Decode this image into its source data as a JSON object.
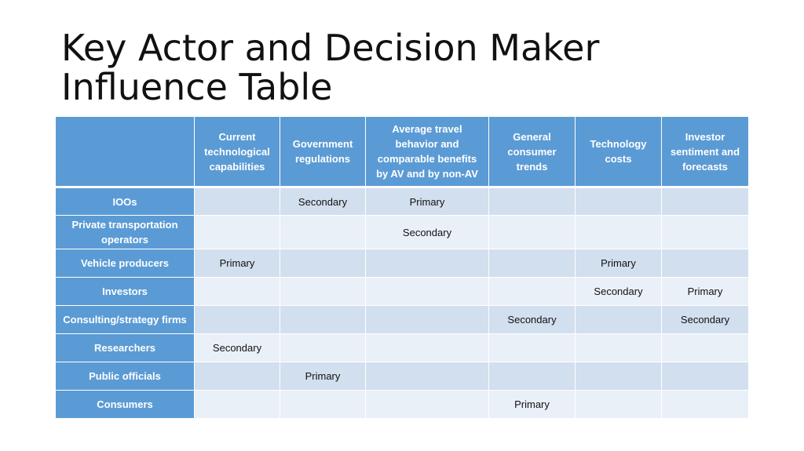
{
  "title": "Key Actor and Decision Maker Influence Table",
  "table": {
    "corner": "",
    "columns": [
      "Current technological capabilities",
      "Government regulations",
      "Average travel behavior and comparable benefits by AV and by non-AV",
      "General consumer trends",
      "Technology costs",
      "Investor sentiment and forecasts"
    ],
    "rows": [
      {
        "actor": "IOOs",
        "cells": [
          "",
          "Secondary",
          "Primary",
          "",
          "",
          ""
        ]
      },
      {
        "actor": "Private transportation operators",
        "cells": [
          "",
          "",
          "Secondary",
          "",
          "",
          ""
        ]
      },
      {
        "actor": "Vehicle producers",
        "cells": [
          "Primary",
          "",
          "",
          "",
          "Primary",
          ""
        ]
      },
      {
        "actor": "Investors",
        "cells": [
          "",
          "",
          "",
          "",
          "Secondary",
          "Primary"
        ]
      },
      {
        "actor": "Consulting/strategy firms",
        "cells": [
          "",
          "",
          "",
          "Secondary",
          "",
          "Secondary"
        ]
      },
      {
        "actor": "Researchers",
        "cells": [
          "Secondary",
          "",
          "",
          "",
          "",
          ""
        ]
      },
      {
        "actor": "Public officials",
        "cells": [
          "",
          "Primary",
          "",
          "",
          "",
          ""
        ]
      },
      {
        "actor": "Consumers",
        "cells": [
          "",
          "",
          "",
          "Primary",
          "",
          ""
        ]
      }
    ]
  },
  "colors": {
    "header_fill": "#5b9bd5",
    "row_band_dark": "#d2dfee",
    "row_band_light": "#eaf0f8"
  }
}
